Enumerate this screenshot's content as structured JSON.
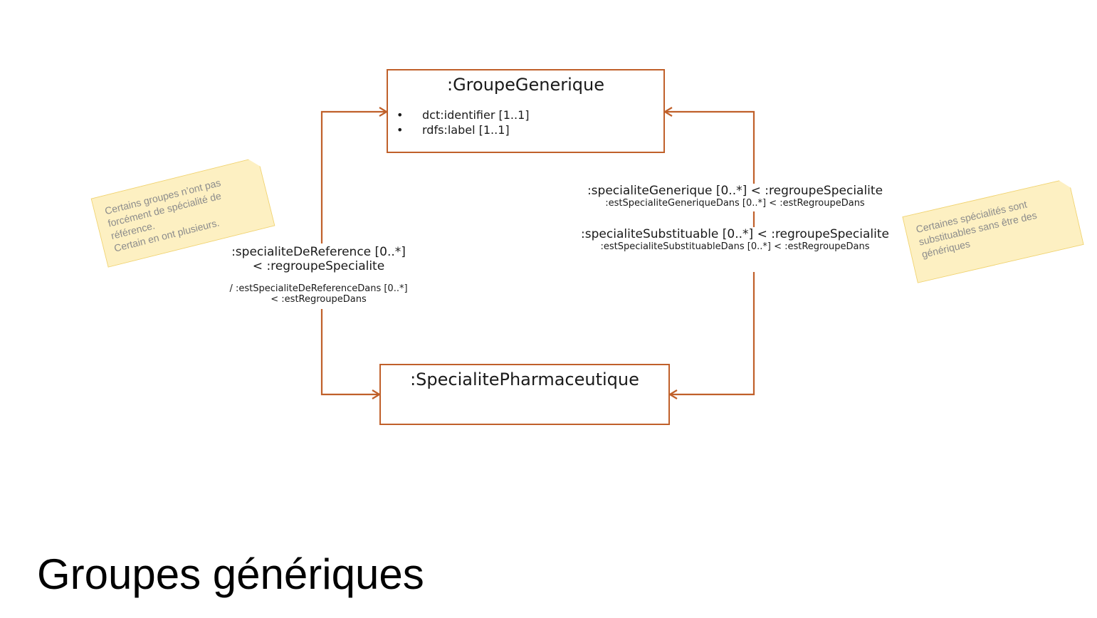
{
  "title": "Groupes génériques",
  "classes": {
    "groupe": {
      "name": ":GroupeGenerique",
      "attributes": [
        "dct:identifier [1..1]",
        "rdfs:label [1..1]"
      ]
    },
    "specialite": {
      "name": ":SpecialitePharmaceutique"
    }
  },
  "associations": {
    "reference": {
      "line1": ":specialiteDeReference [0..*]",
      "line2": "< :regroupeSpecialite",
      "inverse1": "/ :estSpecialiteDeReferenceDans [0..*]",
      "inverse2": "< :estRegroupeDans"
    },
    "generique": {
      "main": ":specialiteGenerique [0..*] < :regroupeSpecialite",
      "inverse": ":estSpecialiteGeneriqueDans [0..*] < :estRegroupeDans"
    },
    "substituable": {
      "main": ":specialiteSubstituable [0..*] < :regroupeSpecialite",
      "inverse": ":estSpecialiteSubstituableDans [0..*] < :estRegroupeDans"
    }
  },
  "notes": {
    "left": [
      "Certains groupes n’ont pas",
      "forcément de spécialité de",
      "référence.",
      "Certain en ont plusieurs."
    ],
    "right": [
      "Certaines spécialités sont",
      "substituables sans être des",
      "génériques"
    ]
  },
  "colors": {
    "connector": "#c0602a",
    "note_fill": "#fdf0c2",
    "note_border": "#f0d372"
  }
}
